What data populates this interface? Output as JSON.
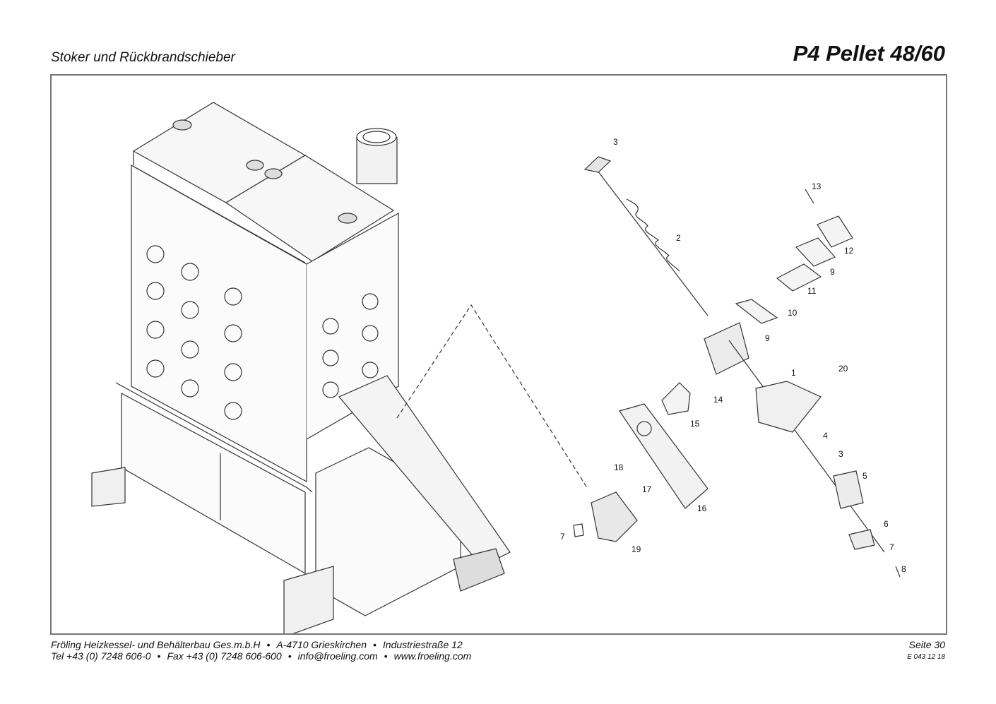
{
  "header": {
    "section_title": "Stoker und Rückbrandschieber",
    "model_title": "P4 Pellet 48/60"
  },
  "callouts": [
    "3",
    "2",
    "13",
    "12",
    "9",
    "11",
    "10",
    "9",
    "1",
    "20",
    "14",
    "15",
    "4",
    "3",
    "5",
    "18",
    "17",
    "16",
    "6",
    "7",
    "7",
    "19",
    "8"
  ],
  "footer": {
    "company": "Fröling Heizkessel- und Behälterbau Ges.m.b.H",
    "address": "A-4710 Grieskirchen",
    "street": "Industriestraße 12",
    "tel": "Tel +43 (0) 7248 606-0",
    "fax": "Fax +43 (0) 7248 606-600",
    "email": "info@froeling.com",
    "web": "www.froeling.com",
    "page": "Seite 30",
    "doc_number": "E 043 12 18"
  }
}
